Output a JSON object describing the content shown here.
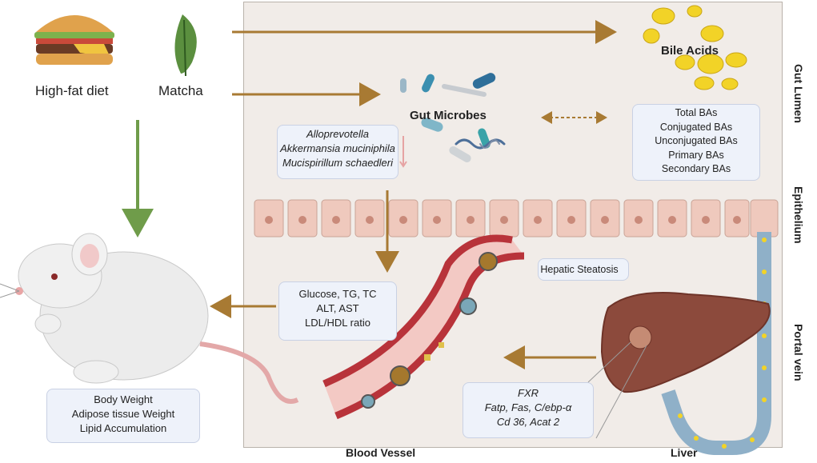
{
  "inputs": {
    "diet_label": "High-fat diet",
    "matcha_label": "Matcha"
  },
  "labels": {
    "bile_acids": "Bile Acids",
    "gut_microbes": "Gut Microbes",
    "blood_vessel": "Blood Vessel",
    "liver": "Liver",
    "hepatic_steatosis": "Hepatic Steatosis"
  },
  "side_labels": {
    "gut_lumen": "Gut Lumen",
    "epithelium": "Epithelium",
    "portal_vein": "Portal vein"
  },
  "microbes_box": [
    "Alloprevotella",
    "Akkermansia muciniphila",
    "Mucispirillum schaedleri"
  ],
  "bile_box": [
    "Total BAs",
    "Conjugated BAs",
    "Unconjugated BAs",
    "Primary BAs",
    "Secondary BAs"
  ],
  "blood_box": [
    "Glucose, TG, TC",
    "ALT, AST",
    "LDL/HDL ratio"
  ],
  "body_box": [
    "Body Weight",
    "Adipose tissue Weight",
    "Lipid Accumulation"
  ],
  "liver_box": [
    "FXR",
    "Fatp, Fas, C/ebp-α",
    "Cd 36, Acat 2"
  ],
  "colors": {
    "arrow_brown": "#a87a33",
    "arrow_green": "#6f9c4a",
    "indicator_pink": "#e6a3a3",
    "panel_bg": "#f1ece8",
    "liver": "#8c4a3c",
    "vessel": "#b8333a"
  }
}
